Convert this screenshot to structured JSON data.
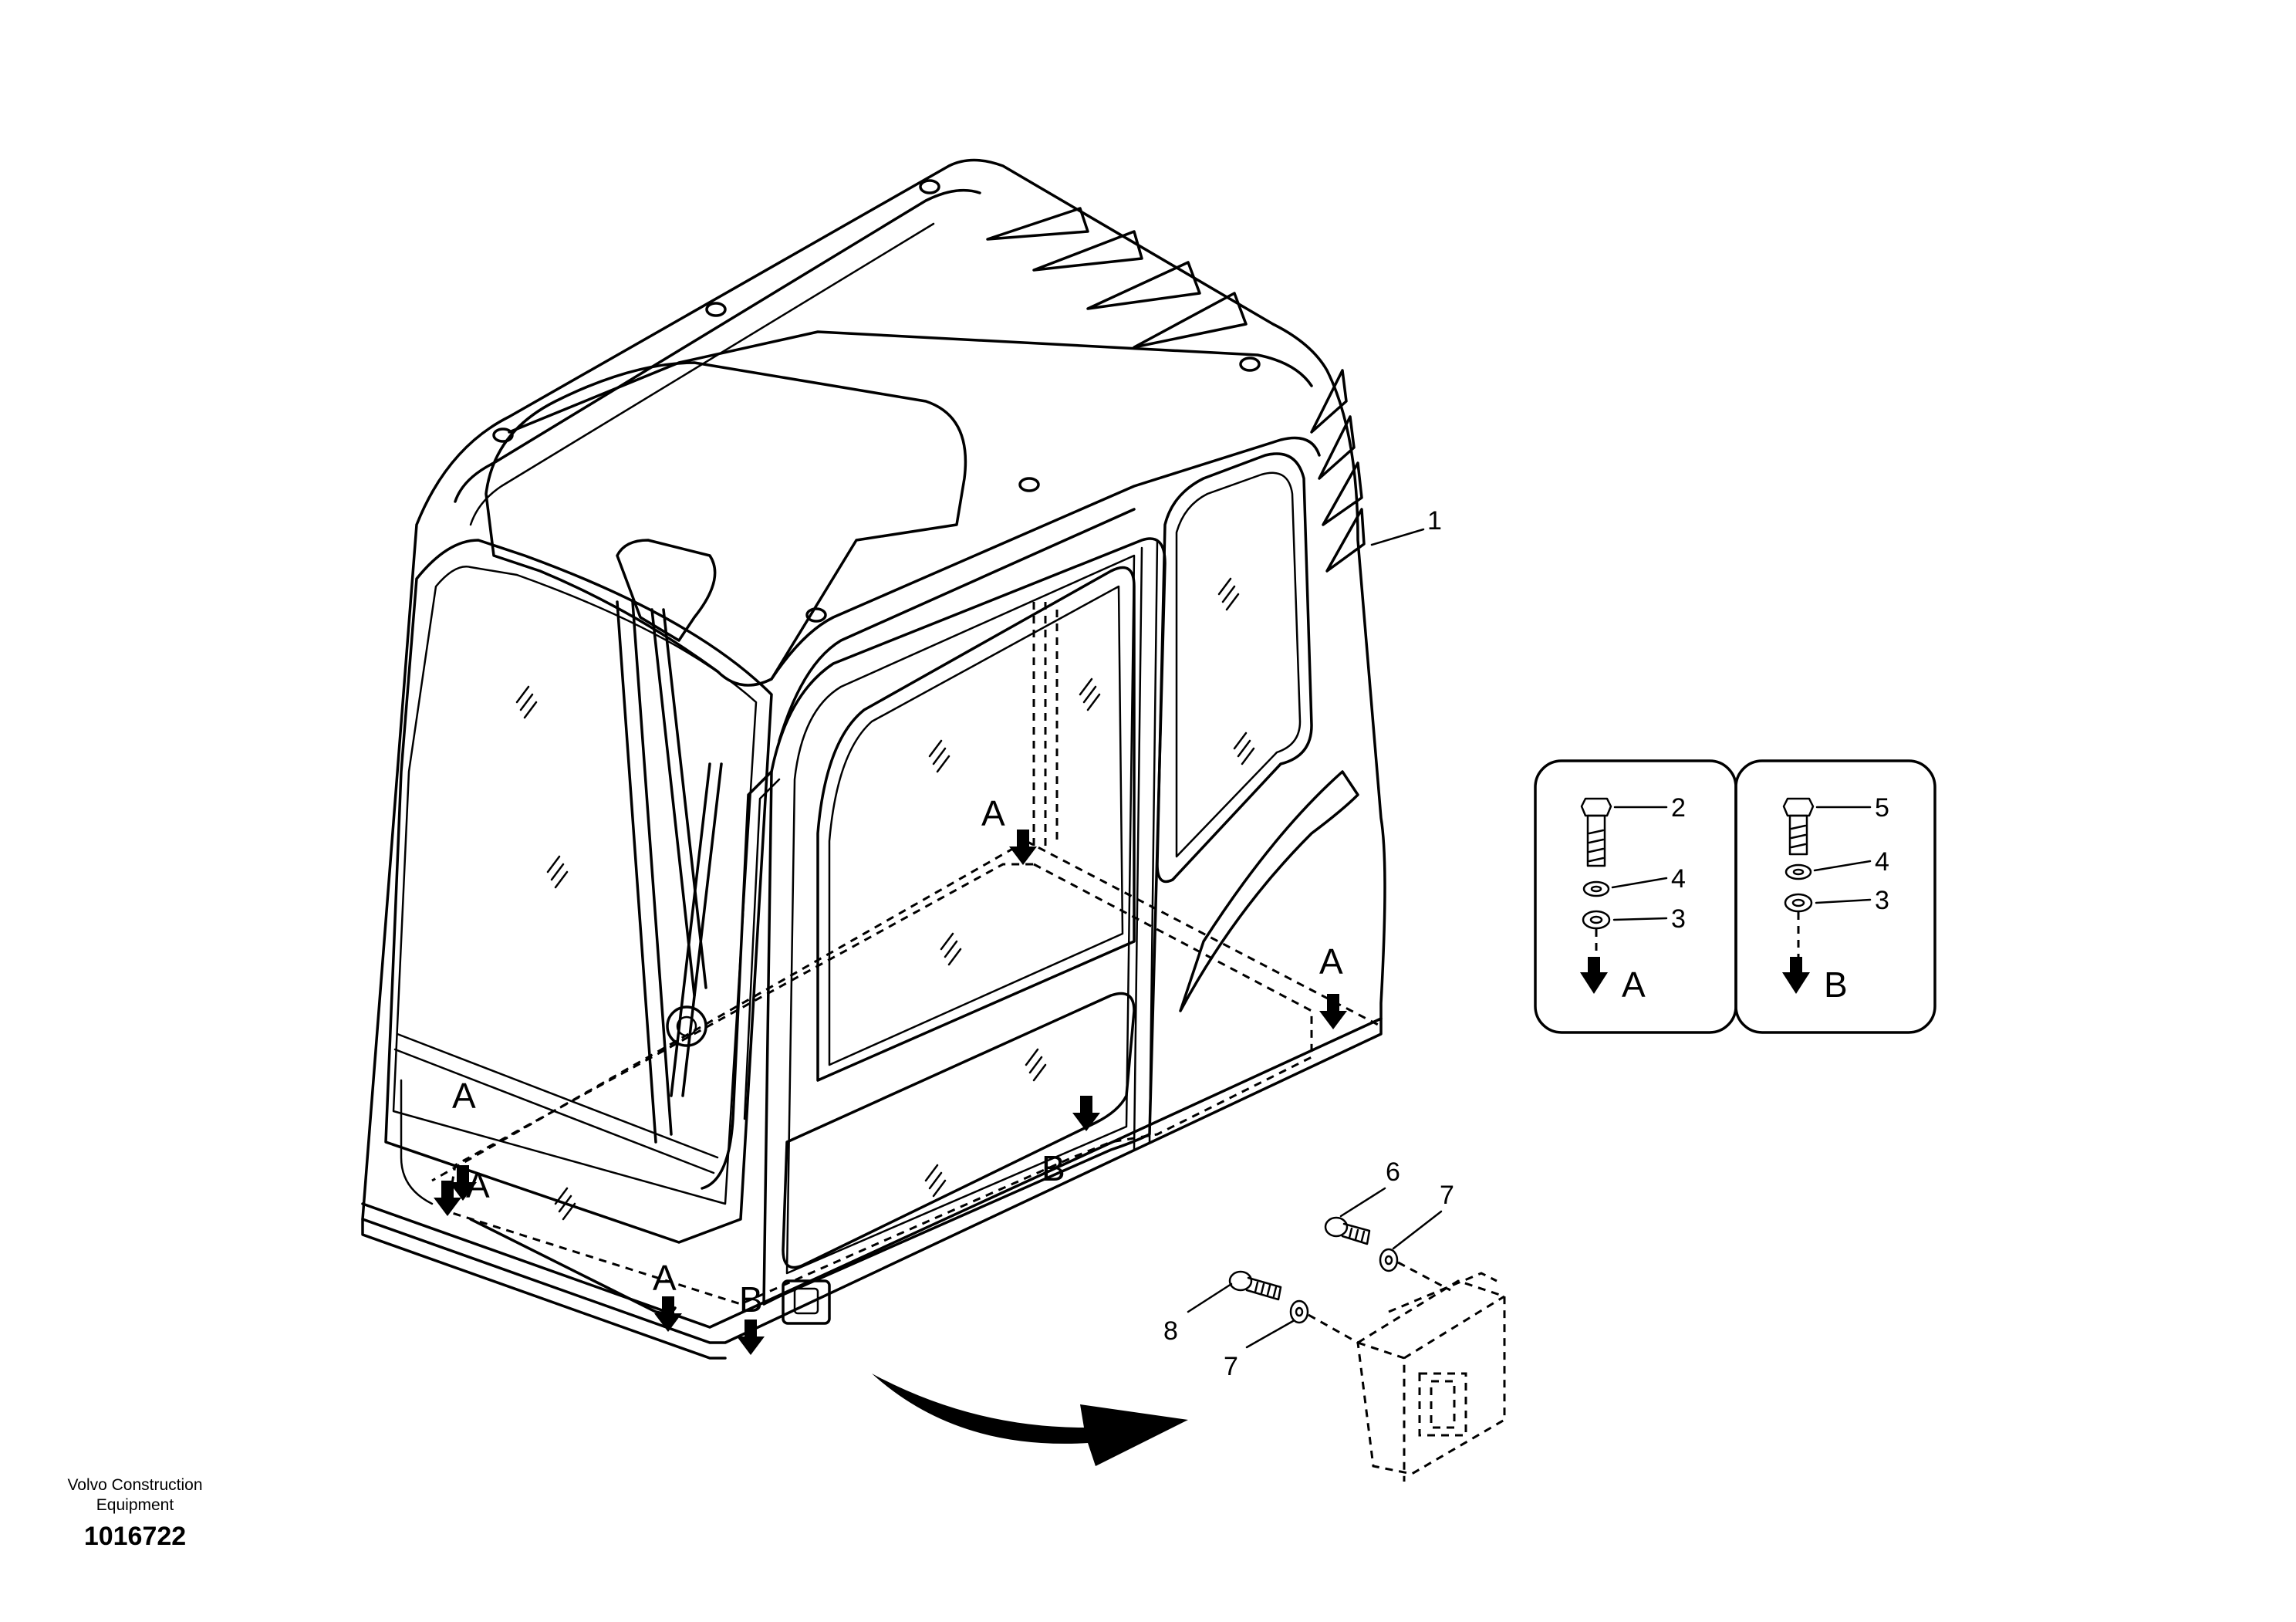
{
  "callouts": {
    "n1": "1",
    "n2": "2",
    "n3a": "3",
    "n3b": "3",
    "n4a": "4",
    "n4b": "4",
    "n5": "5",
    "n6": "6",
    "n7a": "7",
    "n7b": "7",
    "n8": "8"
  },
  "view_markers": {
    "a1": "A",
    "a2": "A",
    "a3": "A",
    "a4": "A",
    "a5": "A",
    "b1": "B",
    "b2": "B"
  },
  "legend": {
    "panel_a": {
      "letter": "A"
    },
    "panel_b": {
      "letter": "B"
    }
  },
  "footer": {
    "company": "Volvo Construction Equipment",
    "drawing_number": "1016722"
  }
}
